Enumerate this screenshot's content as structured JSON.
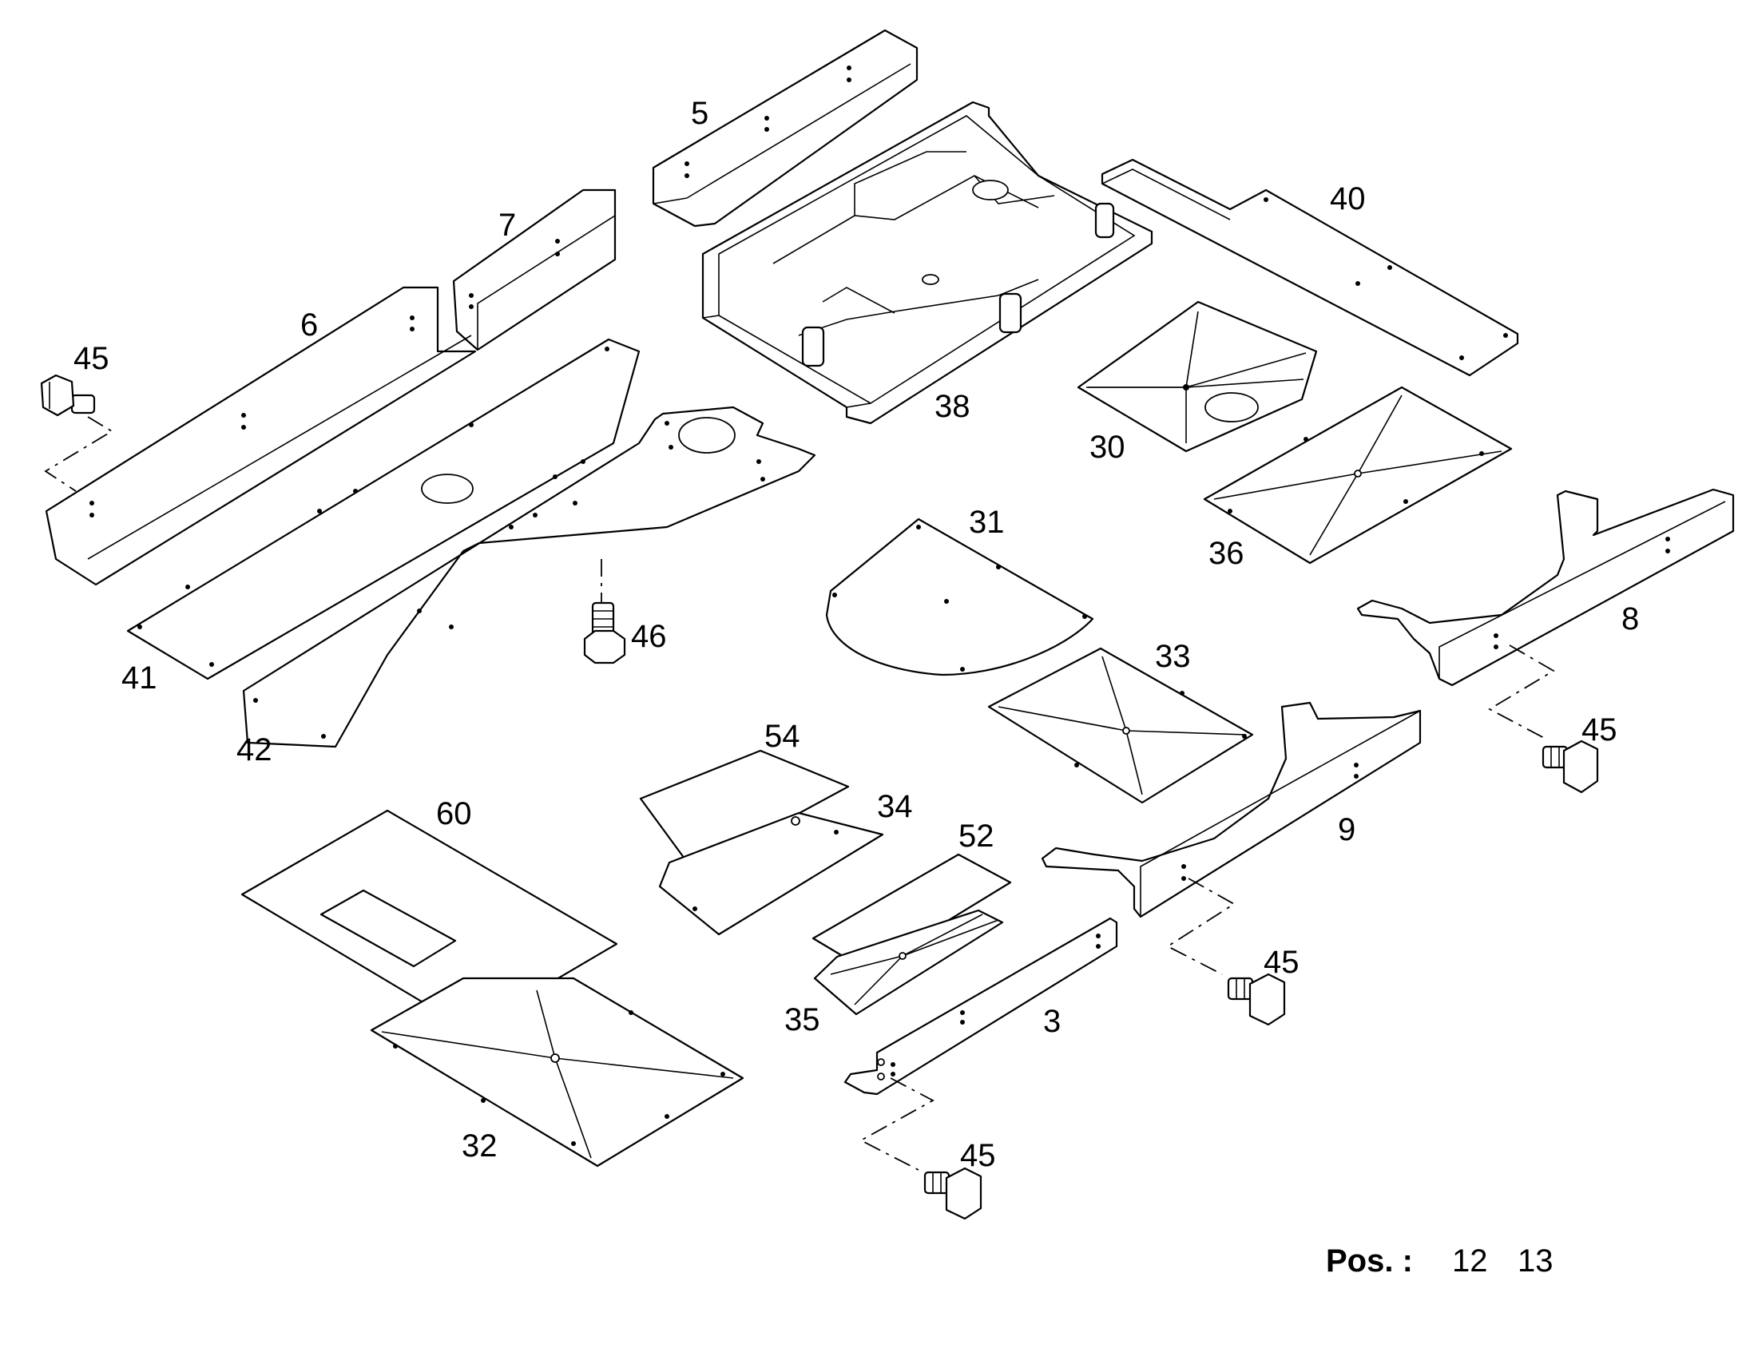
{
  "callouts": {
    "c3": "3",
    "c5": "5",
    "c6": "6",
    "c7": "7",
    "c8": "8",
    "c9": "9",
    "c30": "30",
    "c31": "31",
    "c32": "32",
    "c33": "33",
    "c34": "34",
    "c35": "35",
    "c36": "36",
    "c38": "38",
    "c40": "40",
    "c41": "41",
    "c42": "42",
    "c45": "45",
    "c46": "46",
    "c52": "52",
    "c54": "54",
    "c60": "60"
  },
  "footer": {
    "pos_label": "Pos. :",
    "positions": [
      "12",
      "13"
    ]
  }
}
